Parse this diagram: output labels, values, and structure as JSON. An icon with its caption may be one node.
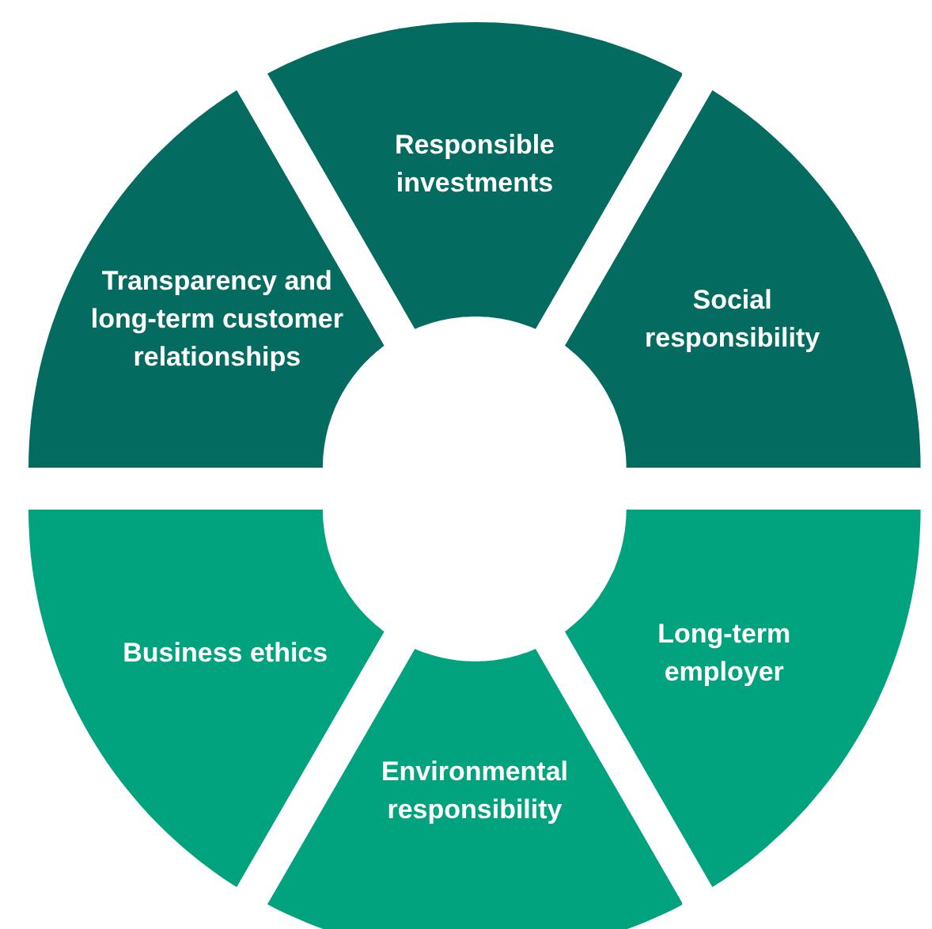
{
  "diagram": {
    "nodes": [
      {
        "text": [
          "Transparency and long-term customer relationships"
        ]
      },
      {
        "text": [
          "Responsible investments"
        ]
      },
      {
        "text": [
          "Social responsibility"
        ]
      },
      {
        "text": [
          "Business ethics"
        ]
      },
      {
        "text": [
          "Environmental responsibility"
        ]
      },
      {
        "text": [
          "Long-term employer"
        ]
      }
    ]
  }
}
